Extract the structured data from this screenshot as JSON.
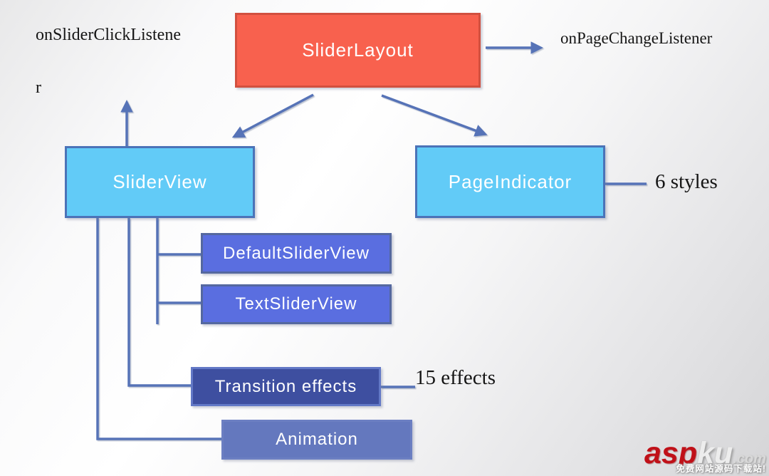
{
  "diagram": {
    "connector_color": "#5673b7",
    "nodes": {
      "slider_layout": {
        "label": "SliderLayout",
        "fill": "#f8614e",
        "border": "#d2503f",
        "text_color": "#ffffff"
      },
      "slider_view": {
        "label": "SliderView",
        "fill": "#62cbf7",
        "border": "#4b73b8",
        "text_color": "#ffffff"
      },
      "page_indicator": {
        "label": "PageIndicator",
        "fill": "#62cbf7",
        "border": "#4b73b8",
        "text_color": "#ffffff"
      },
      "default_slider_view": {
        "label": "DefaultSliderView",
        "fill": "#5a6ee0",
        "border": "#55689f",
        "text_color": "#ffffff"
      },
      "text_slider_view": {
        "label": "TextSliderView",
        "fill": "#5a6ee0",
        "border": "#55689f",
        "text_color": "#ffffff"
      },
      "transition_effects": {
        "label": "Transition effects",
        "fill": "#3e4fa0",
        "border": "#6278c6",
        "text_color": "#ffffff"
      },
      "animation": {
        "label": "Animation",
        "fill": "#6478be",
        "border": "#6c7fc2",
        "text_color": "#ffffff"
      }
    },
    "annotations": {
      "on_slider_click_line1": "onSliderClickListene",
      "on_slider_click_line2": "r",
      "on_page_change": "onPageChangeListener",
      "styles_count": "6 styles",
      "effects_count": "15 effects"
    }
  },
  "watermark": {
    "brand_primary": "asp",
    "brand_secondary": "ku",
    "domain_suffix": ".com",
    "tagline": "免费网站源码下载站!"
  }
}
